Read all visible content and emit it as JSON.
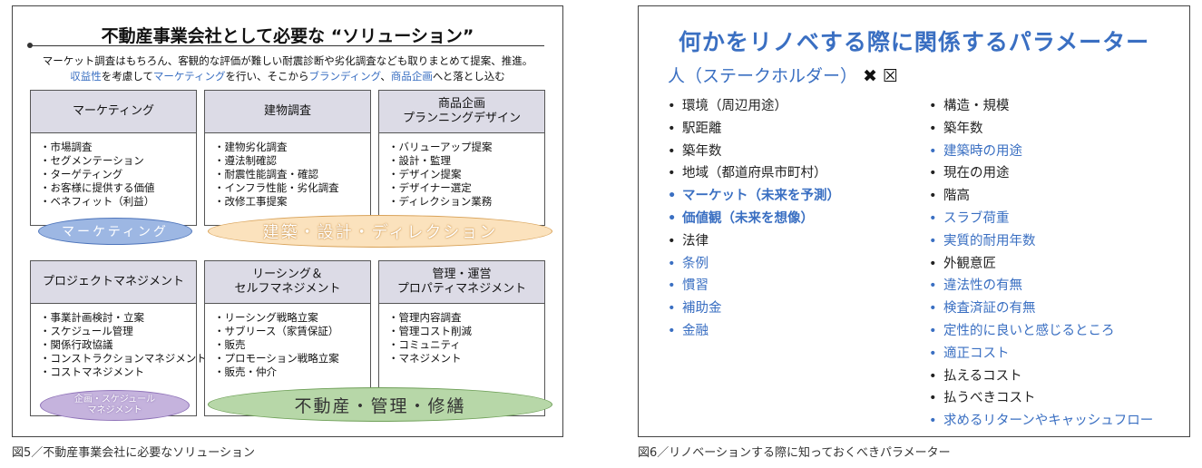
{
  "fig5": {
    "title": "不動産事業会社として必要な “ソリューション”",
    "subtitle_line1": "マーケット調査はもちろん、客観的な評価が難しい耐震診断や劣化調査なども取りまとめて提案、推進。",
    "subtitle_line2_parts": [
      "収益性",
      "を考慮して",
      "マーケティング",
      "を行い、そこから",
      "ブランディング",
      "、",
      "商品企画",
      "へと落とし込む"
    ],
    "categories": [
      {
        "title": "マーケティング",
        "items": [
          "・市場調査",
          "・セグメンテーション",
          "・ターゲティング",
          "・お客様に提供する価値",
          "・ベネフィット（利益）"
        ]
      },
      {
        "title": "建物調査",
        "items": [
          "・建物劣化調査",
          "・遵法制確認",
          "・耐震性能調査・確認",
          "・インフラ性能・劣化調査",
          "・改修工事提案"
        ]
      },
      {
        "title": "商品企画\nプランニングデザイン",
        "items": [
          "・バリューアップ提案",
          "・設計・監理",
          "・デザイン提案",
          "・デザイナー選定",
          "・ディレクション業務"
        ]
      },
      {
        "title": "プロジェクトマネジメント",
        "items": [
          "・事業計画検討・立案",
          "・スケジュール管理",
          "・関係行政協議",
          "・コンストラクションマネジメント",
          "・コストマネジメント"
        ]
      },
      {
        "title": "リーシング＆\nセルフマネジメント",
        "items": [
          "・リーシング戦略立案",
          "・サブリース（家賃保証）",
          "・販売",
          "・プロモーション戦略立案",
          "・販売・仲介"
        ]
      },
      {
        "title": "管理・運営\nプロパティマネジメント",
        "items": [
          "・管理内容調査",
          "・管理コスト削減",
          "・コミュニティ",
          "・マネジメント"
        ]
      }
    ],
    "ellipses": {
      "marketing": "マーケティング",
      "design": "建築・設計・ディレクション",
      "schedule": "企画・スケジュール\nマネジメント",
      "realestate": "不動産・管理・修繕"
    },
    "caption": "図5／不動産事業会社に必要なソリューション"
  },
  "fig6": {
    "title": "何かをリノベする際に関係するパラメーター",
    "subtitle": "人（ステークホルダー）",
    "subtitle_marks": "✖ ☒",
    "left_items": [
      {
        "text": "環境（周辺用途）",
        "style": "black"
      },
      {
        "text": "駅距離",
        "style": "black"
      },
      {
        "text": "築年数",
        "style": "black"
      },
      {
        "text": "地域（都道府県市町村）",
        "style": "black"
      },
      {
        "text": "マーケット（未来を予測）",
        "style": "bold"
      },
      {
        "text": "価値観（未来を想像）",
        "style": "bold"
      },
      {
        "text": "法律",
        "style": "black"
      },
      {
        "text": "条例",
        "style": "blue"
      },
      {
        "text": "慣習",
        "style": "blue"
      },
      {
        "text": "補助金",
        "style": "blue"
      },
      {
        "text": "金融",
        "style": "blue"
      }
    ],
    "right_items": [
      {
        "text": "構造・規模",
        "style": "black"
      },
      {
        "text": "築年数",
        "style": "black"
      },
      {
        "text": "建築時の用途",
        "style": "blue"
      },
      {
        "text": "現在の用途",
        "style": "black"
      },
      {
        "text": "階高",
        "style": "black"
      },
      {
        "text": "スラブ荷重",
        "style": "blue"
      },
      {
        "text": "実質的耐用年数",
        "style": "blue"
      },
      {
        "text": "外観意匠",
        "style": "black"
      },
      {
        "text": "違法性の有無",
        "style": "blue"
      },
      {
        "text": "検査済証の有無",
        "style": "blue"
      },
      {
        "text": "定性的に良いと感じるところ",
        "style": "blue"
      },
      {
        "text": "適正コスト",
        "style": "blue"
      },
      {
        "text": "払えるコスト",
        "style": "black"
      },
      {
        "text": "払うべきコスト",
        "style": "black"
      },
      {
        "text": "求めるリターンやキャッシュフロー",
        "style": "blue"
      }
    ],
    "caption": "図6／リノベーションする際に知っておくべきパラメーター"
  }
}
